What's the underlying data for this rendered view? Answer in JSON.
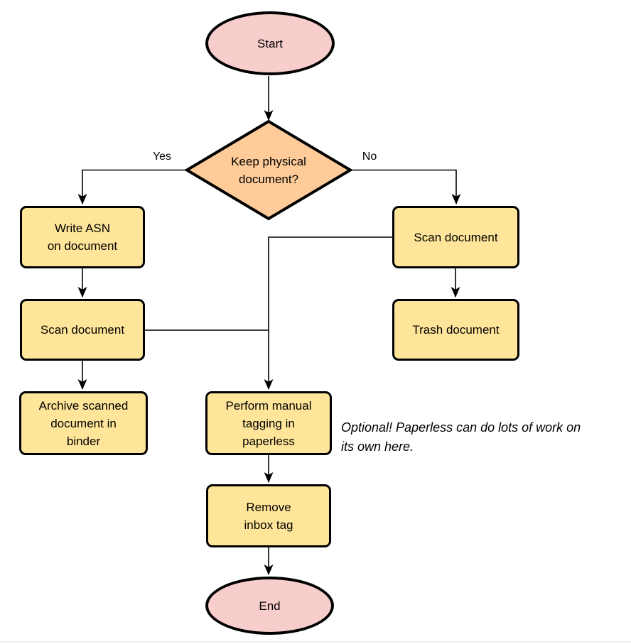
{
  "diagram": {
    "title_hint": "Document intake flowchart",
    "nodes": {
      "start": {
        "label": "Start",
        "type": "terminal"
      },
      "decision": {
        "label": "Keep physical\ndocument?",
        "type": "decision"
      },
      "write_asn": {
        "label": "Write ASN\non document",
        "type": "process"
      },
      "scan_left": {
        "label": "Scan document",
        "type": "process"
      },
      "archive": {
        "label": "Archive scanned\ndocument in\nbinder",
        "type": "process"
      },
      "scan_right": {
        "label": "Scan document",
        "type": "process"
      },
      "trash": {
        "label": "Trash document",
        "type": "process"
      },
      "tagging": {
        "label": "Perform manual\ntagging in\npaperless",
        "type": "process"
      },
      "remove_inbox": {
        "label": "Remove\ninbox tag",
        "type": "process"
      },
      "end": {
        "label": "End",
        "type": "terminal"
      }
    },
    "edge_labels": {
      "yes": "Yes",
      "no": "No"
    },
    "note": "Optional! Paperless can do lots of work on\nits own here."
  },
  "colors": {
    "terminal_fill": "#F8CECC",
    "decision_fill": "#FFCC99",
    "process_fill": "#FFE599",
    "stroke": "#000000",
    "text": "#000000",
    "background": "#FFFFFF",
    "footer_line": "#F3EDED"
  }
}
